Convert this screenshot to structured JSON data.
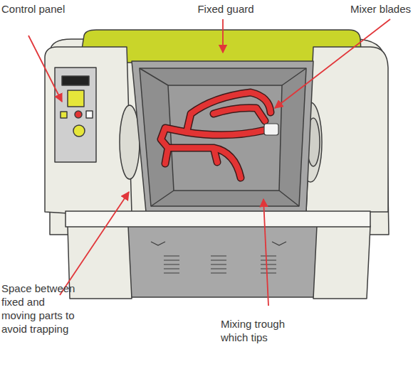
{
  "diagram": {
    "labels": [
      "Control panel",
      "Fixed guard",
      "Mixer blades",
      "Space between fixed and moving parts to avoid trapping",
      "Mixing trough which tips"
    ]
  }
}
